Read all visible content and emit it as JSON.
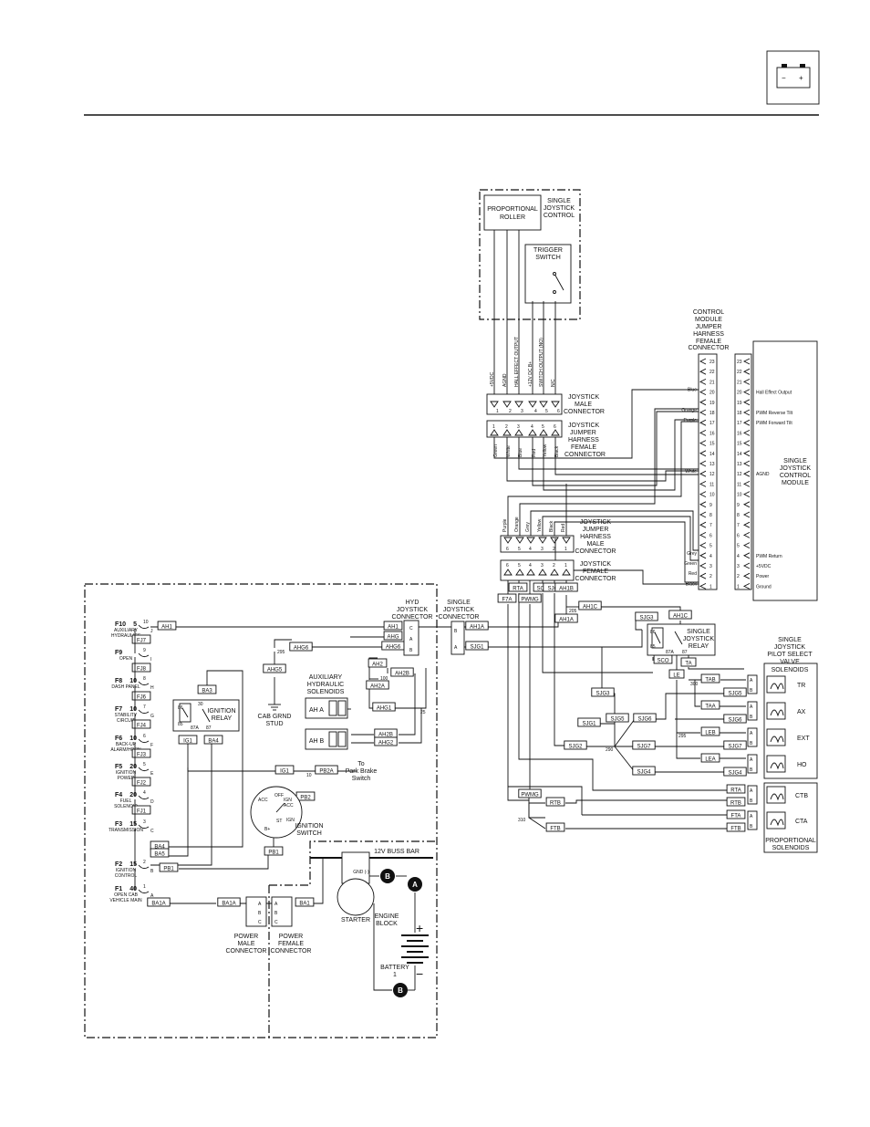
{
  "header": {
    "battery_icon_minus": "−",
    "battery_icon_plus": "+"
  },
  "joystick": {
    "control_label": [
      "SINGLE",
      "JOYSTICK",
      "CONTROL"
    ],
    "roller": [
      "PROPORTIONAL",
      "ROLLER"
    ],
    "trigger": [
      "TRIGGER",
      "SWITCH"
    ],
    "pin_funcs": [
      "+5VDC",
      "AGND",
      "HALL EFFECT OUTPUT",
      "+12V DC B+",
      "SWITCH OUTPUT (NO)",
      "N/C"
    ],
    "male_label": [
      "JOYSTICK",
      "MALE",
      "CONNECTOR"
    ],
    "jumper_female_label": [
      "JOYSTICK",
      "JUMPER",
      "HARNESS",
      "FEMALE",
      "CONNECTOR"
    ],
    "pins": [
      "1",
      "2",
      "3",
      "4",
      "5",
      "6"
    ],
    "jumper_colors": [
      "Green",
      "White",
      "Blue",
      "Red",
      "Yellow",
      "Black"
    ],
    "jumper_male_colors": [
      "Purple",
      "Orange",
      "Grey",
      "Yellow",
      "Black",
      "Red"
    ],
    "jumper_male_label": [
      "JOYSTICK",
      "JUMPER",
      "HARNESS",
      "MALE",
      "CONNECTOR"
    ],
    "female_label": [
      "JOYSTICK",
      "FEMALE",
      "CONNECTOR"
    ],
    "pins_rev": [
      "6",
      "5",
      "4",
      "3",
      "2",
      "1"
    ]
  },
  "control_module": {
    "connector_label": [
      "CONTROL",
      "MODULE",
      "JUMPER",
      "HARNESS",
      "FEMALE",
      "CONNECTOR"
    ],
    "pins": [
      "23",
      "22",
      "21",
      "20",
      "19",
      "18",
      "17",
      "16",
      "15",
      "14",
      "13",
      "12",
      "11",
      "10",
      "9",
      "8",
      "7",
      "6",
      "5",
      "4",
      "3",
      "2",
      "1"
    ],
    "wire_colors": {
      "20": "Blue",
      "18": "Orange",
      "17": "Purple",
      "12": "White",
      "4": "Grey",
      "3": "Green",
      "2": "Red",
      "1": "Black"
    },
    "signals": {
      "20": "Hall Effect Output",
      "18": "PWM Reverse Tilt",
      "17": "PWM Forward Tilt",
      "12": "AGND",
      "4": "PWM Return",
      "3": "+5VDC",
      "2": "Power",
      "1": "Ground"
    },
    "module_label": [
      "SINGLE",
      "JOYSTICK",
      "CONTROL",
      "MODULE"
    ]
  },
  "left_panel": {
    "fuses": [
      {
        "id": "F10",
        "amp": "5",
        "desc": [
          "AUXILIARY",
          "HYDRAULICS"
        ],
        "pins": [
          "10",
          "J"
        ],
        "wire": "FJ7"
      },
      {
        "id": "F9",
        "amp": "",
        "desc": [
          "OPEN"
        ],
        "pins": [
          "9",
          "I"
        ],
        "wire": "FJ8"
      },
      {
        "id": "F8",
        "amp": "10",
        "desc": [
          "DASH PANEL"
        ],
        "pins": [
          "8",
          "H"
        ],
        "wire": "FJ6"
      },
      {
        "id": "F7",
        "amp": "10",
        "desc": [
          "STABILITY",
          "CIRCUIT"
        ],
        "pins": [
          "7",
          "G"
        ],
        "wire": "FJ4"
      },
      {
        "id": "F6",
        "amp": "10",
        "desc": [
          "BACK-UP",
          "ALARM/HORN"
        ],
        "pins": [
          "6",
          "F"
        ],
        "wire": "FJ3"
      },
      {
        "id": "F5",
        "amp": "20",
        "desc": [
          "IGNITION",
          "POWER"
        ],
        "pins": [
          "5",
          "E"
        ],
        "wire": "FJ2"
      },
      {
        "id": "F4",
        "amp": "20",
        "desc": [
          "FUEL",
          "SOLENOID"
        ],
        "pins": [
          "4",
          "D"
        ],
        "wire": "FJ1"
      },
      {
        "id": "F3",
        "amp": "15",
        "desc": [
          "TRANSMISSION"
        ],
        "pins": [
          "3",
          "C"
        ],
        "wire": ""
      },
      {
        "id": "F2",
        "amp": "15",
        "desc": [
          "IGNITION",
          "CONTROL"
        ],
        "pins": [
          "2",
          "B"
        ],
        "wire": ""
      },
      {
        "id": "F1",
        "amp": "40",
        "desc": [
          "OPEN CAB",
          "VEHICLE MAIN"
        ],
        "pins": [
          "1",
          "A"
        ],
        "wire": ""
      }
    ],
    "wires": {
      "ah1": "AH1",
      "ba3": "BA3",
      "ig1": "IG1",
      "ba4": "BA4",
      "ba5": "BA5",
      "pb1": "PB1",
      "ba1a": "BA1A",
      "ba1a2": "BA1A",
      "ba1": "BA1",
      "ig1b": "IG1",
      "pb2a": "PB2A",
      "pb2": "PB2",
      "pb1b": "PB1",
      "ahg6": "AHG6",
      "ahg5": "AHG5",
      "ah1b": "AH1",
      "ahg": "AHG",
      "ahg6b": "AHG6",
      "ah2": "AH2",
      "ah2a": "AH2A",
      "ah2b": "AH2B",
      "ahg1": "AHG1",
      "ahg2": "AHG2",
      "ahg2b": "AH2B"
    },
    "relay_label": [
      "IGNITION",
      "RELAY"
    ],
    "relay_pins": [
      "30",
      "86",
      "85",
      "87A",
      "87"
    ],
    "ign_switch_label": [
      "IGNITION",
      "SWITCH"
    ],
    "ign_positions": [
      "OFF",
      "ACC",
      "IGN",
      "ACC",
      "ST",
      "IGN",
      "B+"
    ],
    "park_brake": [
      "To",
      "Park Brake",
      "Switch"
    ],
    "node10": "10",
    "node295": "295",
    "cab_grnd": [
      "CAB GRND",
      "STUD"
    ],
    "aux_label": [
      "AUXILIARY",
      "HYDRAULIC",
      "SOLENOIDS"
    ],
    "aux_a": "AH A",
    "aux_b": "AH B",
    "hyd_conn_label": [
      "HYD",
      "JOYSTICK",
      "CONNECTOR"
    ],
    "hyd_pins": [
      "C",
      "A",
      "B"
    ],
    "node100": "100",
    "node25": "25",
    "buss": "12V BUSS BAR",
    "gnd_label": "GND (-)",
    "starter": "STARTER",
    "engine_block": [
      "ENGINE",
      "BLOCK"
    ],
    "battery": [
      "BATTERY",
      "1"
    ],
    "power_male": [
      "POWER",
      "MALE",
      "CONNECTOR"
    ],
    "power_female": [
      "POWER",
      "FEMALE",
      "CONNECTOR"
    ],
    "abc": [
      "A",
      "B",
      "C"
    ],
    "markers": [
      "B",
      "A",
      "B"
    ]
  },
  "mid": {
    "single_joystick_conn": [
      "SINGLE",
      "JOYSTICK",
      "CONNECTOR"
    ],
    "sjc_pins": [
      "B",
      "A"
    ],
    "wires": {
      "ah1a": "AH1A",
      "sjg1": "SJG1",
      "f7a": "F7A",
      "pwmg": "PWMG",
      "rta": "RTA",
      "sco": "SCO",
      "sjg2": "SJG2",
      "ah1b": "AH1B",
      "ah1c": "AH1C",
      "ah1a2": "AH1A",
      "sjg3": "SJG3",
      "ah1c2": "AH1C",
      "sco2": "SCO",
      "ta": "TA",
      "le": "LE",
      "sjg3b": "SJG3",
      "sjg1b": "SJG1",
      "sjg2b": "SJG2",
      "sjg5": "SJG5",
      "sjg6": "SJG6",
      "sjg7": "SJG7",
      "sjg4": "SJG4",
      "pwmg2": "PWMG",
      "rtb": "RTB",
      "ftb": "FTB"
    },
    "node205": "205",
    "node290": "290",
    "node310": "310",
    "node300": "300",
    "node295": "295",
    "node30": "30",
    "relay_label": [
      "SINGLE",
      "JOYSTICK",
      "RELAY"
    ],
    "relay_pins": [
      "86",
      "85",
      "87A",
      "87"
    ]
  },
  "valves": {
    "title": [
      "SINGLE",
      "JOYSTICK",
      "PILOT SELECT",
      "VALVE"
    ],
    "solenoids": "SOLENOIDS",
    "groups": [
      {
        "name": "TR",
        "wires": [
          "TAB",
          "SJG5"
        ]
      },
      {
        "name": "AX",
        "wires": [
          "TAA",
          "SJG6"
        ]
      },
      {
        "name": "EXT",
        "wires": [
          "LEB",
          "SJG7"
        ]
      },
      {
        "name": "HO",
        "wires": [
          "LEA",
          "SJG4"
        ]
      }
    ],
    "prop_groups": [
      {
        "name": "CTB",
        "wires": [
          "RTA",
          "RTB"
        ]
      },
      {
        "name": "CTA",
        "wires": [
          "FTA",
          "FTB"
        ]
      }
    ],
    "prop_label": [
      "PROPORTIONAL",
      "SOLENOIDS"
    ],
    "ab": [
      "A",
      "B"
    ]
  }
}
